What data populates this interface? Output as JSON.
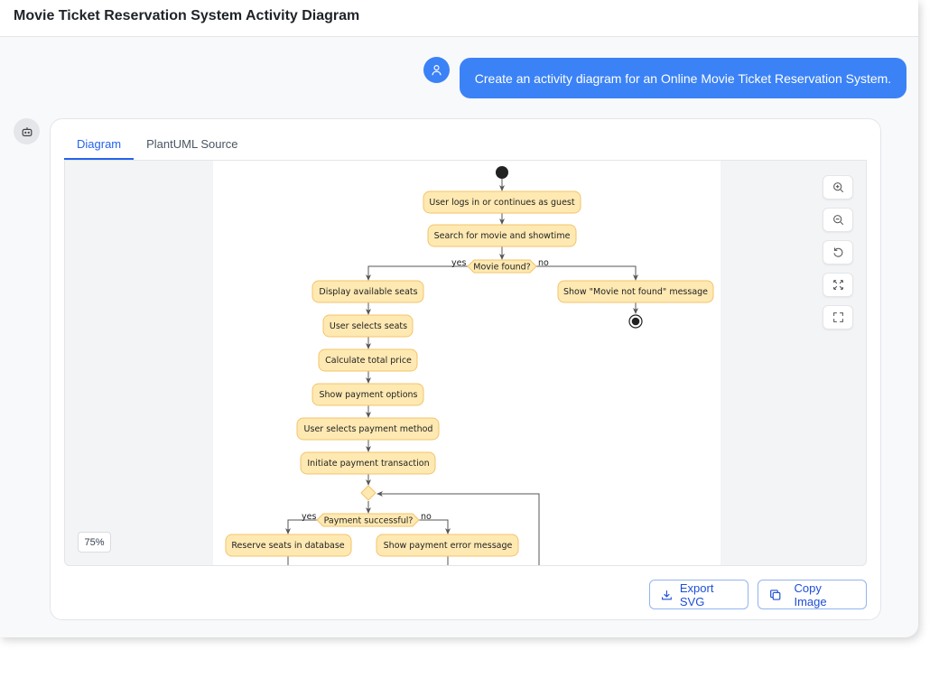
{
  "header": {
    "title": "Movie Ticket Reservation System Activity Diagram"
  },
  "chat": {
    "user_message": "Create an activity diagram for an Online Movie Ticket Reservation System."
  },
  "tabs": [
    {
      "label": "Diagram",
      "active": true
    },
    {
      "label": "PlantUML Source",
      "active": false
    }
  ],
  "diagram": {
    "nodes": {
      "login": "User logs in or continues as guest",
      "search": "Search for movie and showtime",
      "movie_found": "Movie found?",
      "display_seats": "Display available seats",
      "not_found": "Show \"Movie not found\" message",
      "select_seats": "User selects seats",
      "calc_price": "Calculate total price",
      "show_payment": "Show payment options",
      "select_method": "User selects payment method",
      "initiate": "Initiate payment transaction",
      "payment_ok": "Payment successful?",
      "reserve": "Reserve seats in database",
      "error": "Show payment error message"
    },
    "labels": {
      "yes": "yes",
      "no": "no"
    },
    "colors": {
      "node_fill": "#fee9b2",
      "node_border": "#f4c36a",
      "edge": "#555555"
    }
  },
  "controls": {
    "zoom_in": "zoom-in-icon",
    "zoom_out": "zoom-out-icon",
    "reset": "reset-icon",
    "fit": "fit-icon",
    "fullscreen": "fullscreen-icon"
  },
  "zoom_level": "75%",
  "actions": {
    "export_svg": "Export SVG",
    "copy_image": "Copy Image"
  },
  "accent": "#3b82f6"
}
